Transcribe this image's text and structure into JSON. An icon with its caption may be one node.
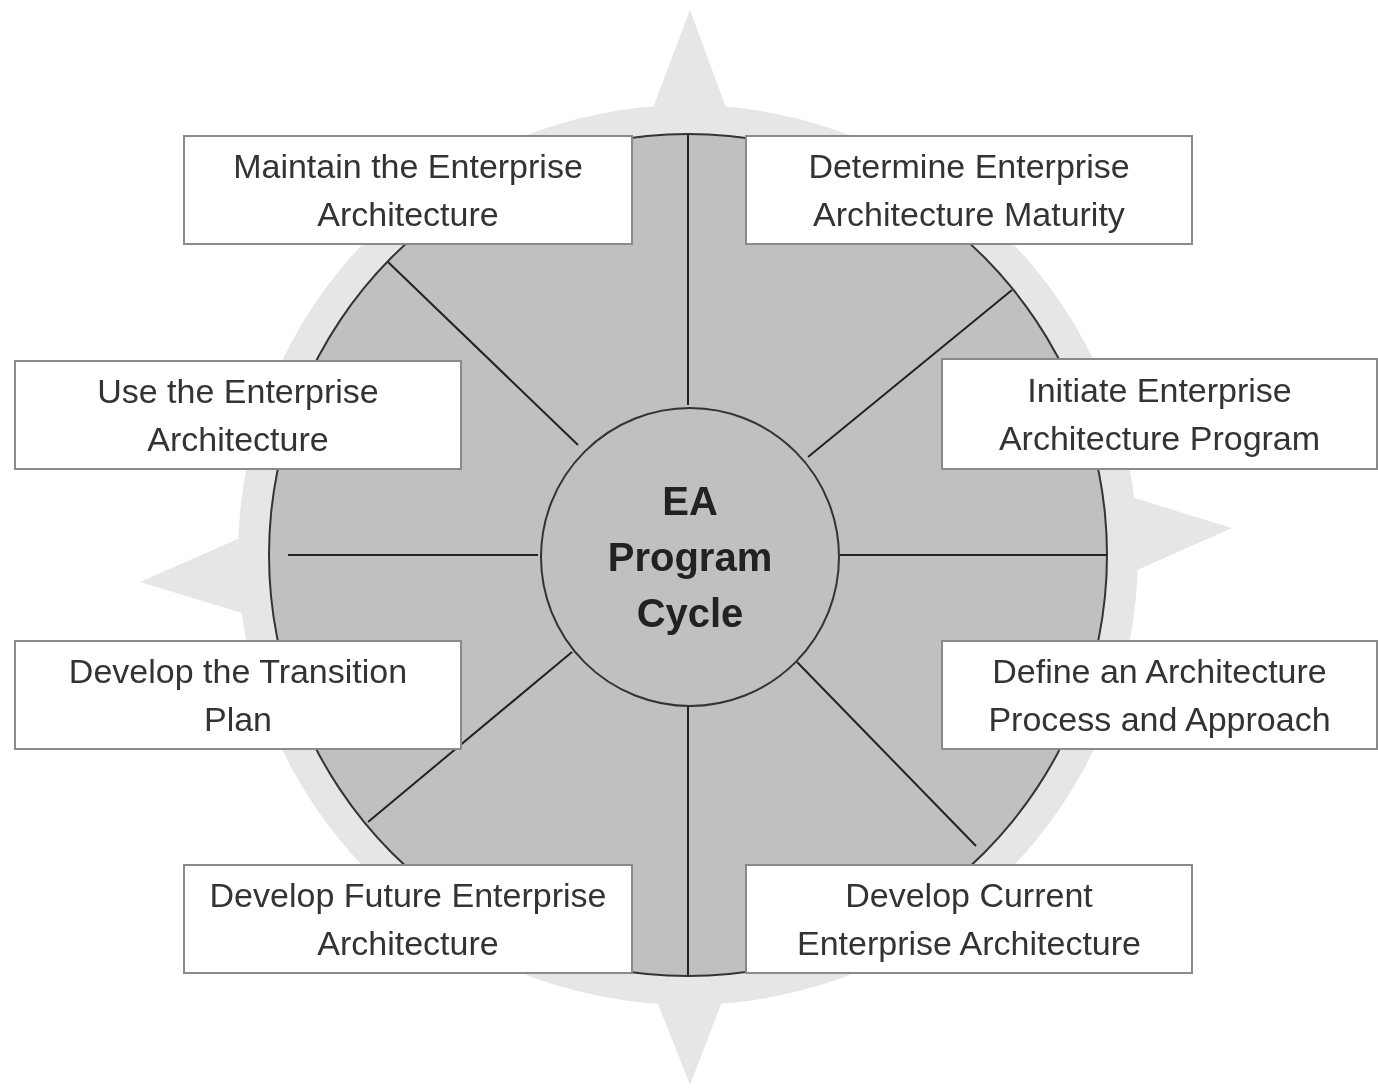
{
  "diagram": {
    "nodes": [
      {
        "text": [],
        "shape": "circle"
      },
      {
        "text": [
          "EA Program Cycle"
        ],
        "in": 0
      },
      {
        "text": [
          "Maintain the Enterprise Architecture"
        ]
      },
      {
        "text": [
          "Determine Enterprise Architecture Maturity"
        ]
      },
      {
        "text": [
          "Use the Enterprise Architecture"
        ]
      },
      {
        "text": [
          "Initiate Enterprise Architecture Program"
        ]
      },
      {
        "text": [
          "Develop the Transition Plan"
        ]
      },
      {
        "text": [
          "Define an Architecture Process and Approach"
        ]
      },
      {
        "text": [
          "Develop Future Enterprise Architecture"
        ]
      },
      {
        "text": [
          "Develop Current Enterprise Architecture"
        ]
      }
    ],
    "edges": []
  }
}
